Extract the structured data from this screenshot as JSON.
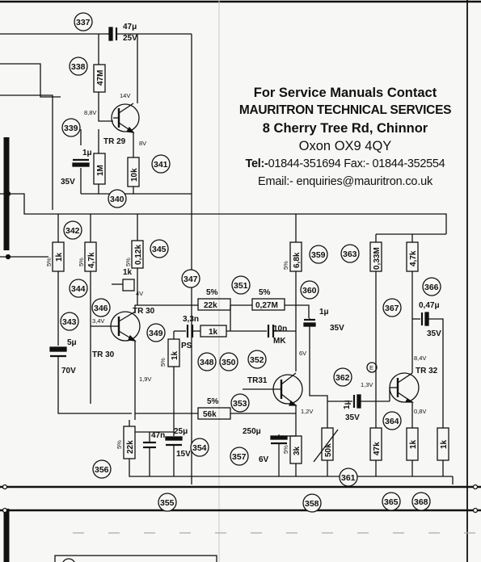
{
  "notice": {
    "line1": "For Service Manuals Contact",
    "line2": "MAURITRON TECHNICAL SERVICES",
    "line3": "8 Cherry Tree Rd, Chinnor",
    "line4": "Oxon OX9 4QY",
    "line5_tel_label": "Tel:-",
    "line5_tel": "01844-351694",
    "line5_fax": "Fax:- 01844-352554",
    "line6": "Email:- enquiries@mauritron.co.uk"
  },
  "callouts": {
    "c337": "337",
    "c338": "338",
    "c339": "339",
    "c340": "340",
    "c341": "341",
    "c342": "342",
    "c343": "343",
    "c344": "344",
    "c345": "345",
    "c346": "346",
    "c347": "347",
    "c348": "348",
    "c349": "349",
    "c350": "350",
    "c351": "351",
    "c352": "352",
    "c353": "353",
    "c354": "354",
    "c355": "355",
    "c356": "356",
    "c357": "357",
    "c358": "358",
    "c359": "359",
    "c360": "360",
    "c361": "361",
    "c362": "362",
    "c363": "363",
    "c364": "364",
    "c365": "365",
    "c366": "366",
    "c367": "367",
    "c368": "368"
  },
  "components": {
    "cap337": "47μ",
    "cap337_v": "25V",
    "r338": "47M",
    "cap339": "1μ",
    "cap339_v": "35V",
    "r340": "1M",
    "r341": "10k",
    "tr29": "TR 29",
    "r342": "1k",
    "r342_tol": "5%",
    "r344": "4,7k",
    "r344_tol": "5%",
    "r345": "0,12k",
    "r345_tol": "5%",
    "r346": "1k",
    "cap343": "5μ",
    "cap343_v": "70V",
    "tr30a": "TR 30",
    "tr30b": "TR 30",
    "r347": "22k",
    "r347_tol": "5%",
    "r351": "0,27M",
    "r351_tol": "5%",
    "cap_ps": "3,3n",
    "ps": "PS",
    "r348": "1k",
    "cap352": "10n",
    "mk": "MK",
    "r349": "1k",
    "r349_tol": "5%",
    "cap360": "1μ",
    "cap360_v": "35V",
    "r359": "6,8k",
    "r359_tol": "5%",
    "r363": "0,33M",
    "r366": "4,7k",
    "cap367": "0,47μ",
    "cap367_v": "35V",
    "tr31": "TR31",
    "tr32": "TR 32",
    "r353": "56k",
    "r353_tol": "5%",
    "cap362": "1μ",
    "cap362_v": "35V",
    "r356": "22k",
    "r356_tol": "5%",
    "cap355": "47n",
    "cap354": "25μ",
    "cap354_v": "15V",
    "cap357": "250μ",
    "cap357_v": "6V",
    "r358": "3k",
    "r358_tol": "5%",
    "pot361": "50k",
    "r364": "47k",
    "r365": "1k",
    "r368": "1k",
    "label_e": "E"
  },
  "voltages": {
    "v_14": "14V",
    "v_8_8": "8,8V",
    "v_8": "8V",
    "v_4": "4V",
    "v_3_4": "3,4V",
    "v_1_9": "1,9V",
    "v_1_2": "1,2V",
    "v_6": "6V",
    "v_1_3": "1,3V",
    "v_8_4": "8,4V",
    "v_0_8": "0,8V"
  }
}
